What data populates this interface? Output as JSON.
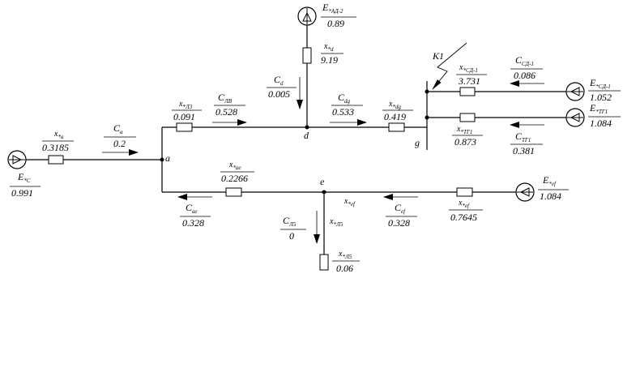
{
  "source": {
    "sc": {
      "name": "E",
      "sub": "*С",
      "value": "0.991"
    },
    "ad2": {
      "name": "E",
      "sub": "*АД-2",
      "value": "0.89"
    },
    "sd1": {
      "name": "E",
      "sub": "*СД-1",
      "value": "1.052"
    },
    "tg1": {
      "name": "E",
      "sub": "*ТГ1",
      "value": "1.084"
    },
    "ef": {
      "name": "E",
      "sub": "*ef",
      "value": "1.084"
    }
  },
  "reactance": {
    "a": {
      "name": "x",
      "sub": "*a",
      "value": "0.3185"
    },
    "l3": {
      "name": "x",
      "sub": "*Л3",
      "value": "0.091"
    },
    "d": {
      "name": "x",
      "sub": "*d",
      "value": "9.19"
    },
    "dg": {
      "name": "x",
      "sub": "*dg",
      "value": "0.419"
    },
    "sd1": {
      "name": "x",
      "sub": "*СД-1",
      "value": "3.731"
    },
    "tg1": {
      "name": "x",
      "sub": "*ТГ1",
      "value": "0.873"
    },
    "ae": {
      "name": "x",
      "sub": "*ae",
      "value": "0.2266"
    },
    "ef": {
      "name": "x",
      "sub": "*ef",
      "value": "0.7645"
    },
    "l5": {
      "name": "x",
      "sub": "*Л5",
      "value": "0.06"
    },
    "ef_label": {
      "name": "x",
      "sub": "*ef"
    },
    "l5_label": {
      "name": "x",
      "sub": "*Л5"
    }
  },
  "coef": {
    "a": {
      "name": "C",
      "sub": "a",
      "value": "0.2"
    },
    "lv": {
      "name": "C",
      "sub": "ЛВ",
      "value": "0.528"
    },
    "d": {
      "name": "C",
      "sub": "d",
      "value": "0.005"
    },
    "dg": {
      "name": "C",
      "sub": "dg",
      "value": "0.533"
    },
    "sd1": {
      "name": "C",
      "sub": "СД-1",
      "value": "0.086"
    },
    "tg1": {
      "name": "C",
      "sub": "ТГ1",
      "value": "0.381"
    },
    "ae": {
      "name": "C",
      "sub": "ae",
      "value": "0.328"
    },
    "ef": {
      "name": "C",
      "sub": "ef",
      "value": "0.328"
    },
    "l5": {
      "name": "C",
      "sub": "Л5",
      "value": "0"
    }
  },
  "nodes": {
    "a": "a",
    "d": "d",
    "g": "g",
    "e": "e"
  },
  "fault": {
    "label": "K1"
  }
}
